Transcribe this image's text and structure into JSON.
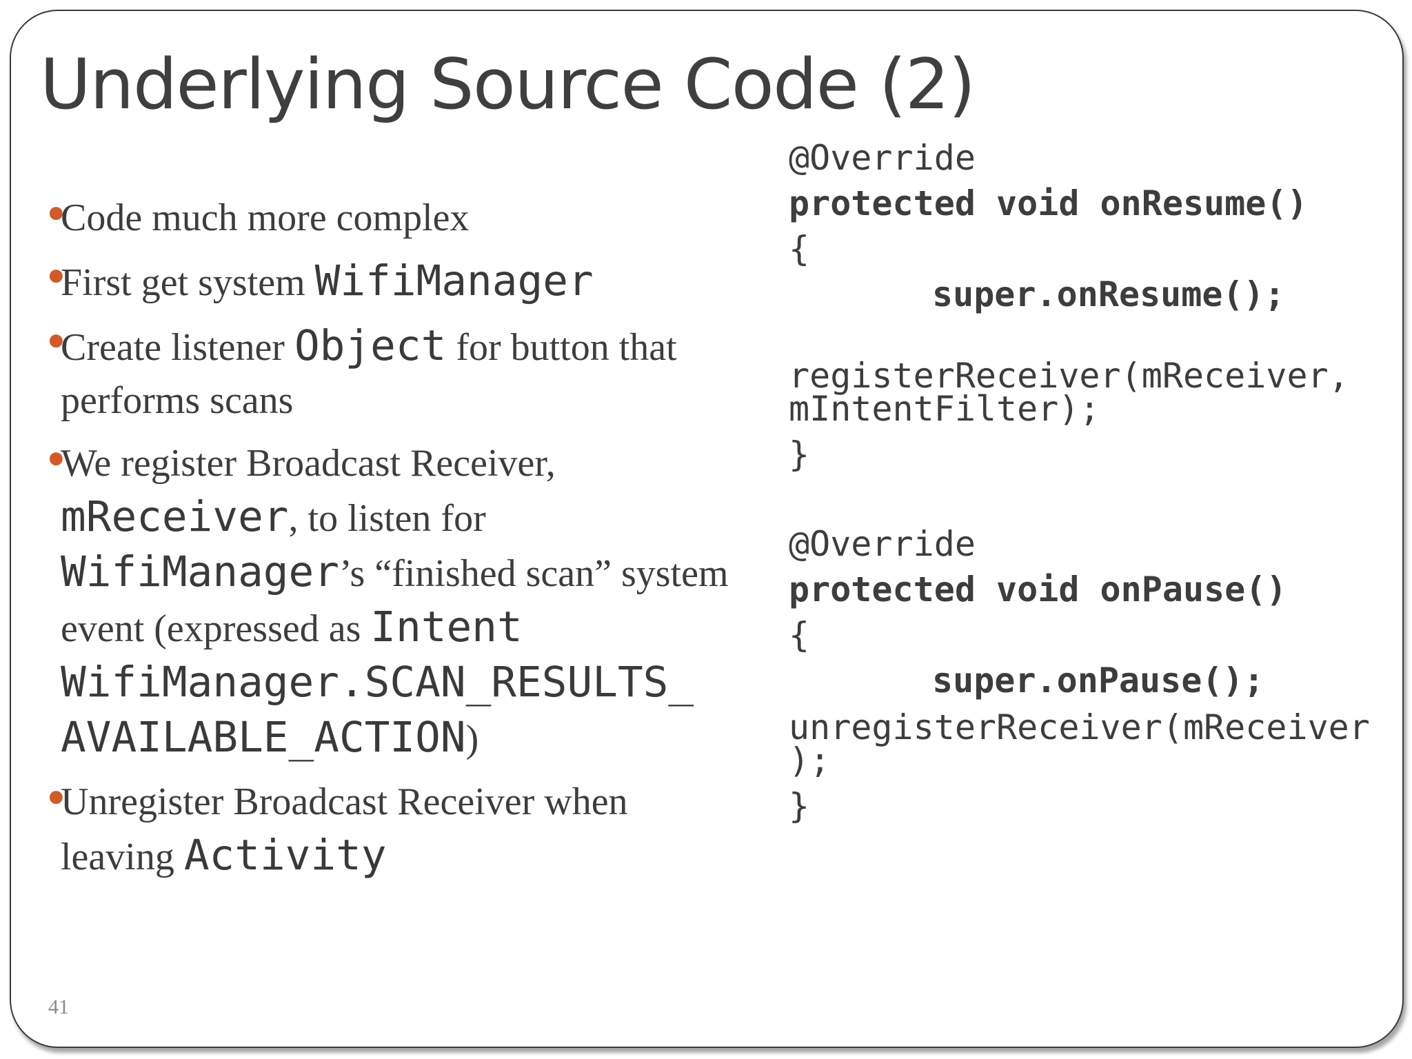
{
  "slide": {
    "title": "Underlying Source Code (2)",
    "page_number": "41",
    "bullets": [
      {
        "parts": [
          "Code much more complex"
        ]
      },
      {
        "parts": [
          "First get system ",
          "WifiManager"
        ]
      },
      {
        "parts": [
          "Create listener ",
          "Object",
          " for button that performs scans"
        ]
      },
      {
        "parts": [
          "We register Broadcast Receiver, ",
          "mReceiver",
          ", to listen for ",
          "WifiManager",
          "’s “finished scan” system event (expressed as ",
          "Intent WifiManager.SCAN_RESULTS_ AVAILABLE_ACTION",
          ")"
        ]
      },
      {
        "parts": [
          "Unregister Broadcast Receiver when leaving ",
          "Activity"
        ]
      }
    ],
    "code_lines": [
      "@Override",
      "protected void onResume()",
      "{",
      "super.onResume();",
      "registerReceiver(mReceiver,",
      "mIntentFilter);",
      "}",
      "@Override",
      "protected void onPause()",
      "{",
      "super.onPause();",
      "unregisterReceiver(mReceiver",
      ");",
      "}"
    ]
  },
  "colors": {
    "bullet_marker": "#d35a25",
    "text": "#3d3d3d",
    "frame": "#3a3a3a"
  }
}
